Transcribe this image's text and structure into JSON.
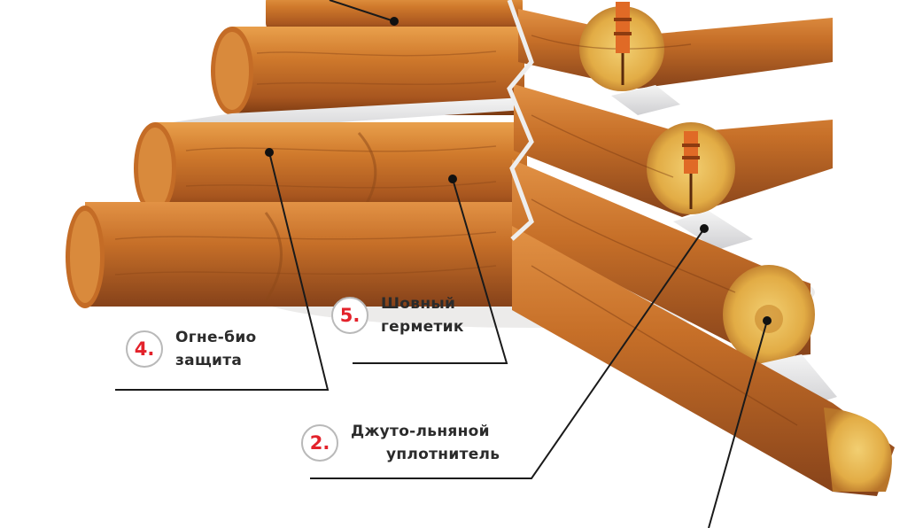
{
  "colors": {
    "wood_dark": "#a8561f",
    "wood_mid": "#d07a2c",
    "wood_light": "#e9a04c",
    "end_grain": "#e8b84a",
    "sealant": "#e9e9ea",
    "dowel": "#e06a26",
    "accent_red": "#e3222b",
    "line": "#1a1a1a"
  },
  "callouts": [
    {
      "number": "4.",
      "line1": "Огне-био",
      "line2": "защита"
    },
    {
      "number": "5.",
      "line1": "Шовный",
      "line2": "герметик"
    },
    {
      "number": "2.",
      "line1": "Джуто-льняной",
      "line2": "уплотнитель"
    }
  ]
}
